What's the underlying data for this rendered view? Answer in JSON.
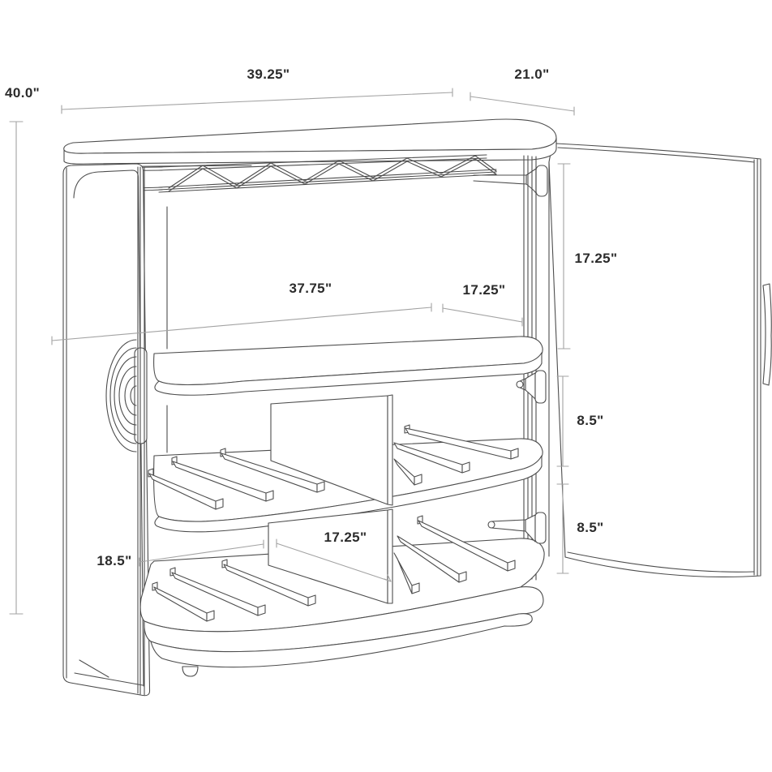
{
  "diagram": {
    "subject": "bar-cabinet-dimension-drawing",
    "units": "inches",
    "dims": {
      "top_width": "39.25\"",
      "top_depth": "21.0\"",
      "overall_height": "40.0\"",
      "interior_width": "37.75\"",
      "shelf_depth": "17.25\"",
      "upper_section_height": "17.25\"",
      "middle_section_height": "8.5\"",
      "lower_section_height": "8.5\"",
      "lower_left_compartment_width": "18.5\"",
      "lower_compartment_depth": "17.25\""
    },
    "colors": {
      "line": "#4d4d4d",
      "dimension_line": "#a3a3a3",
      "text": "#2b2b2b",
      "background": "#ffffff"
    }
  }
}
